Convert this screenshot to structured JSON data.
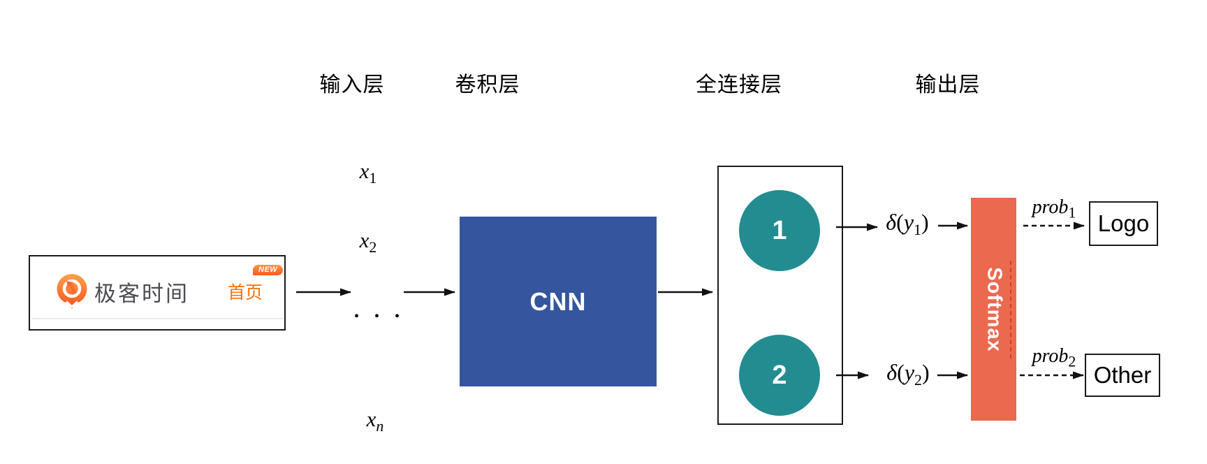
{
  "layer_labels": {
    "input": "输入层",
    "conv": "卷积层",
    "fc": "全连接层",
    "output": "输出层"
  },
  "input_image": {
    "brand": "极客时间",
    "nav_home": "首页",
    "new_badge": "NEW",
    "logo_icon": "geektime-logo-icon"
  },
  "inputs": {
    "x1": {
      "base": "x",
      "sub": "1"
    },
    "x2": {
      "base": "x",
      "sub": "2"
    },
    "dots": ". . .",
    "xn": {
      "base": "x",
      "sub": "n"
    }
  },
  "cnn": {
    "label": "CNN"
  },
  "fc": {
    "neuron1": "1",
    "neuron2": "2"
  },
  "activations": {
    "y1": {
      "delta": "δ",
      "open": "(",
      "var": "y",
      "sub": "1",
      "close": ")"
    },
    "y2": {
      "delta": "δ",
      "open": "(",
      "var": "y",
      "sub": "2",
      "close": ")"
    }
  },
  "softmax": {
    "label": "Softmax"
  },
  "probs": {
    "p1": {
      "base": "prob",
      "sub": "1"
    },
    "p2": {
      "base": "prob",
      "sub": "2"
    }
  },
  "outputs": {
    "logo": "Logo",
    "other": "Other"
  },
  "colors": {
    "cnn_blue": "#35569E",
    "neuron_teal": "#238C91",
    "softmax_salmon": "#EB694E",
    "softmax_dash_red": "#D93A26",
    "brand_orange": "#FF7002",
    "brand_text_gray": "#4B4B52",
    "arrow_black": "#111111"
  }
}
